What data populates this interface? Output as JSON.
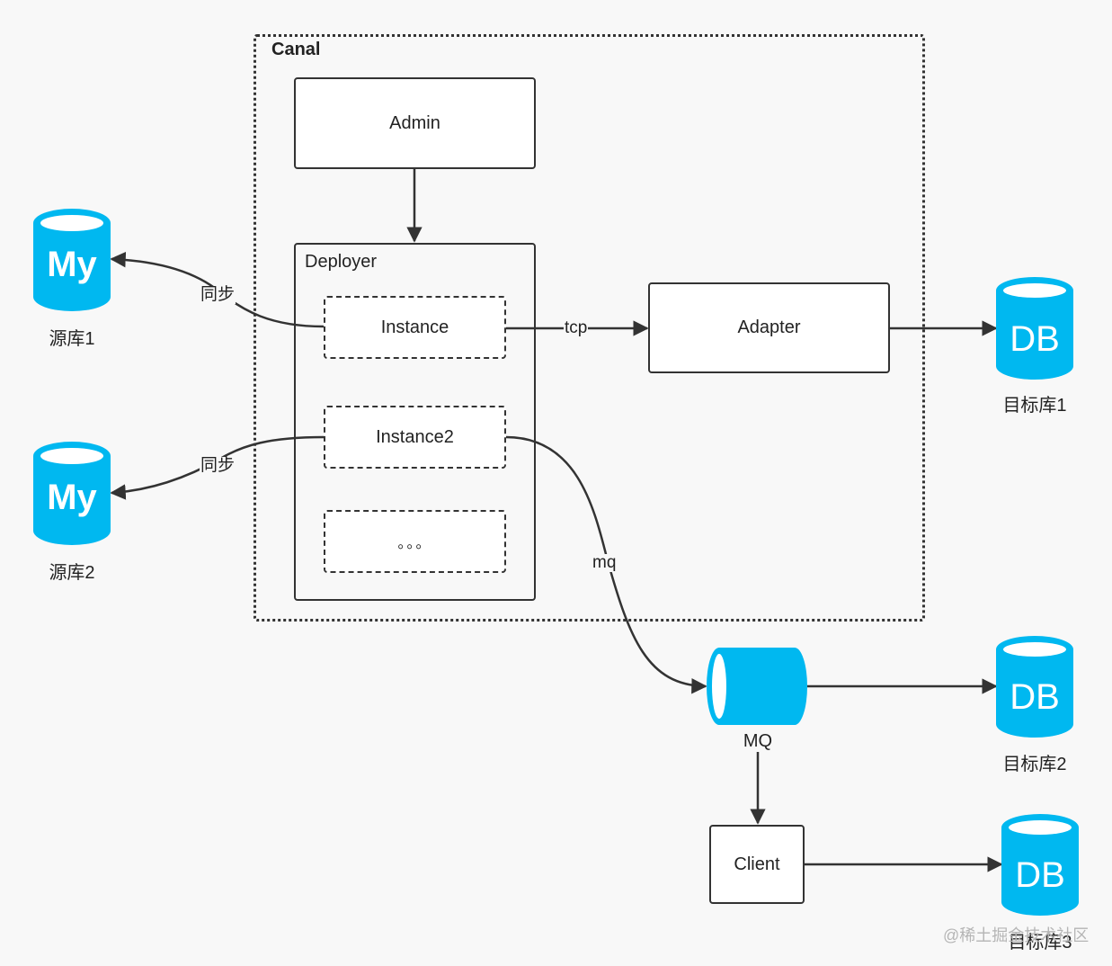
{
  "canal": {
    "title": "Canal",
    "admin": "Admin",
    "deployer": "Deployer",
    "instance1": "Instance",
    "instance2": "Instance2",
    "more": "。。。",
    "adapter": "Adapter"
  },
  "sources": [
    {
      "label": "源库1",
      "icon": "mysql-database-icon"
    },
    {
      "label": "源库2",
      "icon": "mysql-database-icon"
    }
  ],
  "targets": [
    {
      "label": "目标库1",
      "icon_text": "DB"
    },
    {
      "label": "目标库2",
      "icon_text": "DB"
    },
    {
      "label": "目标库3",
      "icon_text": "DB"
    }
  ],
  "mysql_icon_text": "My",
  "mq_label": "MQ",
  "client_label": "Client",
  "edges": {
    "sync1": "同步",
    "sync2": "同步",
    "tcp": "tcp",
    "mq": "mq"
  },
  "watermark": "@稀土掘金技术社区",
  "colors": {
    "accent": "#00b8f0",
    "stroke": "#333333",
    "background": "#f8f8f8"
  }
}
